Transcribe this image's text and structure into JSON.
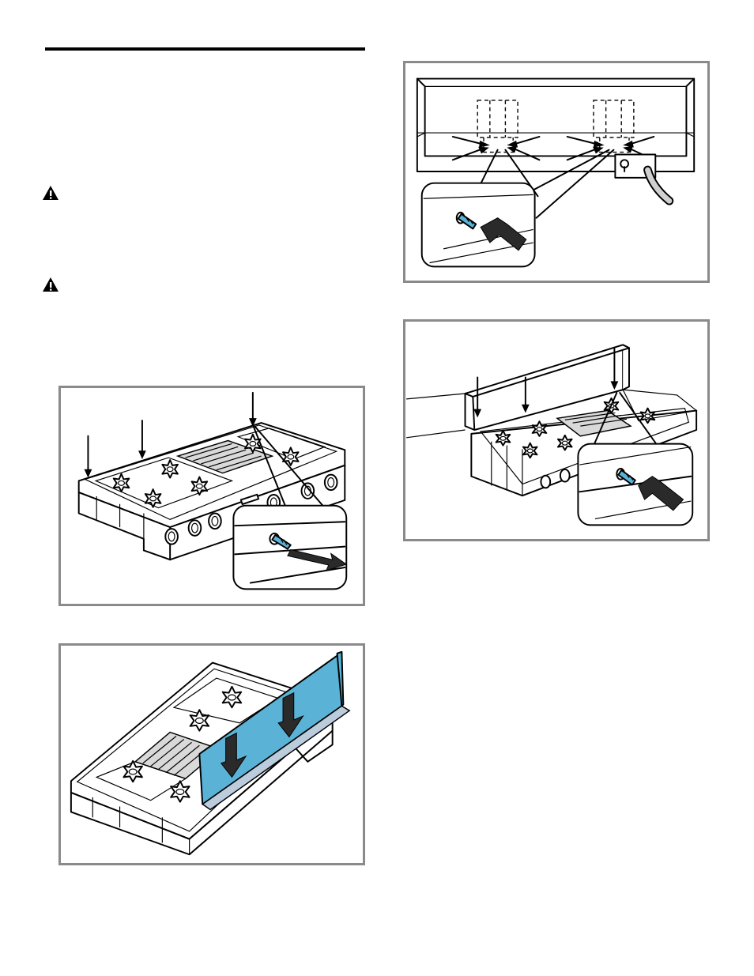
{
  "page": {
    "figures": [
      {
        "id": "fig1",
        "subject": "cooktop-remove-rear-screws"
      },
      {
        "id": "fig2",
        "subject": "backguard-insert"
      },
      {
        "id": "fig3",
        "subject": "backguard-rear-screw-attach"
      },
      {
        "id": "fig4",
        "subject": "backguard-top-screw-attach"
      }
    ]
  },
  "icons": {
    "warning_1": "warning-icon",
    "warning_2": "warning-icon",
    "star_burner": "burner-grate-icon"
  },
  "colors": {
    "accent_blue": "#5ab3d6",
    "frame_gray": "#8a8a8a"
  }
}
